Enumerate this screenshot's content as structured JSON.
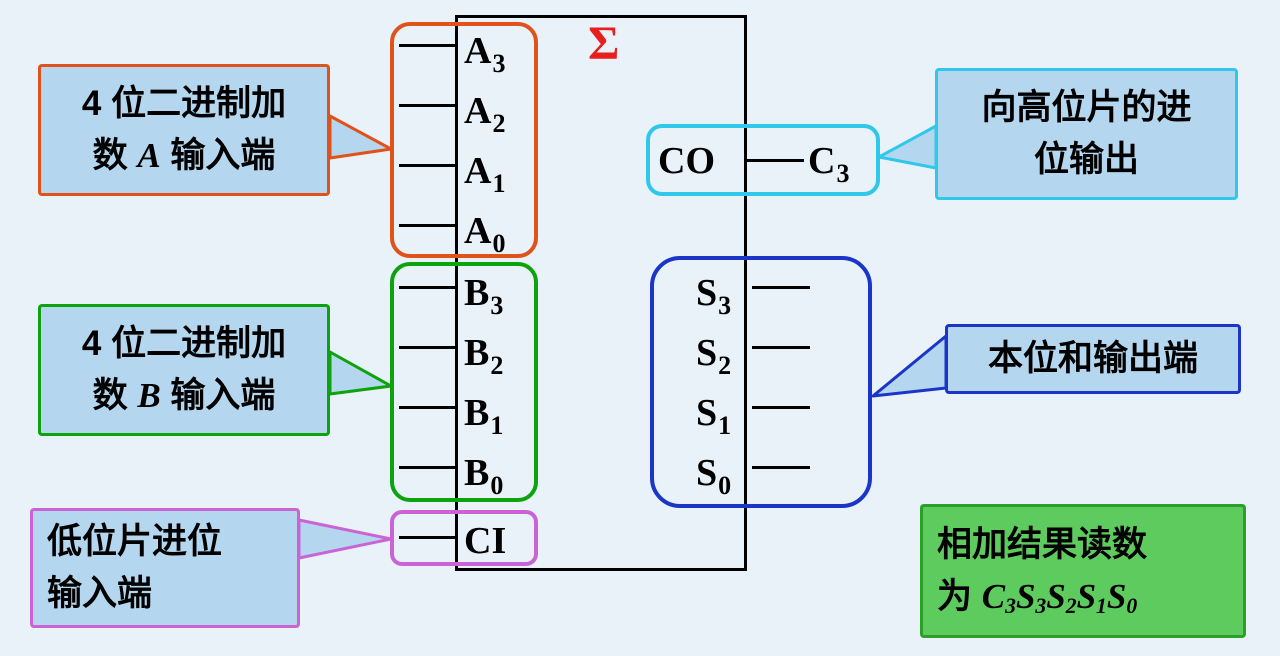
{
  "chip": {
    "sigma": "Σ",
    "a_pins": [
      {
        "base": "A",
        "sub": "3"
      },
      {
        "base": "A",
        "sub": "2"
      },
      {
        "base": "A",
        "sub": "1"
      },
      {
        "base": "A",
        "sub": "0"
      }
    ],
    "b_pins": [
      {
        "base": "B",
        "sub": "3"
      },
      {
        "base": "B",
        "sub": "2"
      },
      {
        "base": "B",
        "sub": "1"
      },
      {
        "base": "B",
        "sub": "0"
      }
    ],
    "s_pins": [
      {
        "base": "S",
        "sub": "3"
      },
      {
        "base": "S",
        "sub": "2"
      },
      {
        "base": "S",
        "sub": "1"
      },
      {
        "base": "S",
        "sub": "0"
      }
    ],
    "ci_label": "CI",
    "co_label": "CO",
    "c_out": {
      "base": "C",
      "sub": "3"
    }
  },
  "callouts": {
    "a_input": {
      "line1": "4 位二进制加",
      "line2_prefix": "数 ",
      "line2_var": "A",
      "line2_suffix": " 输入端"
    },
    "b_input": {
      "line1": "4 位二进制加",
      "line2_prefix": "数 ",
      "line2_var": "B",
      "line2_suffix": " 输入端"
    },
    "ci_input": {
      "line1": "低位片进位",
      "line2": "输入端"
    },
    "co_output": {
      "line1": "向高位片的进",
      "line2": "位输出"
    },
    "s_output": {
      "line1": "本位和输出端"
    },
    "result": {
      "line1": "相加结果读数",
      "line2_prefix": "为 ",
      "vars": [
        {
          "base": "C",
          "sub": "3"
        },
        {
          "base": "S",
          "sub": "3"
        },
        {
          "base": "S",
          "sub": "2"
        },
        {
          "base": "S",
          "sub": "1"
        },
        {
          "base": "S",
          "sub": "0"
        }
      ]
    }
  },
  "colors": {
    "background": "#e9f1f9",
    "callout_fill": "#b4d7ef",
    "a_outline": "#e0521a",
    "b_outline": "#0da30d",
    "ci_outline": "#c963d6",
    "co_outline": "#2fc7ea",
    "s_outline": "#1b35c8",
    "result_fill": "#5ecb5e",
    "result_border": "#2aa02a",
    "sigma": "#e81f1f",
    "wire": "#000000"
  }
}
